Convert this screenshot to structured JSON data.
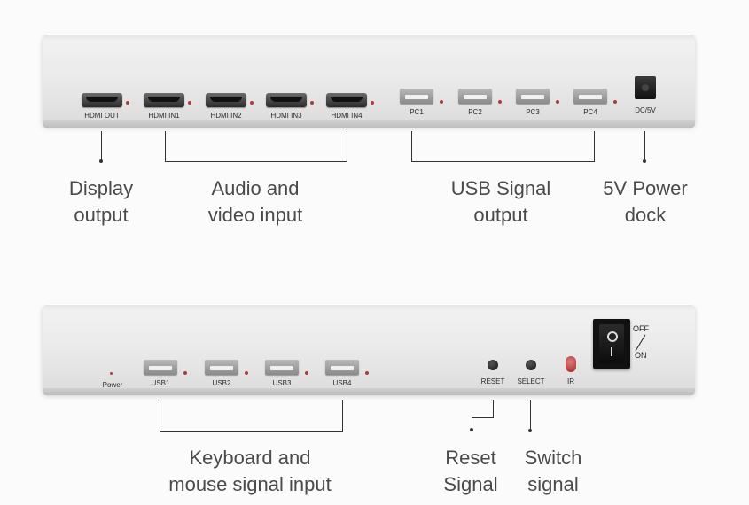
{
  "top_panel": {
    "hdmi_ports": [
      "HDMI OUT",
      "HDMI IN1",
      "HDMI IN2",
      "HDMI IN3",
      "HDMI IN4"
    ],
    "usb_ports": [
      "PC1",
      "PC2",
      "PC3",
      "PC4"
    ],
    "power_port": "DC/5V"
  },
  "bottom_panel": {
    "power_led": "Power",
    "usb_ports": [
      "USB1",
      "USB2",
      "USB3",
      "USB4"
    ],
    "reset": "RESET",
    "select": "SELECT",
    "ir": "IR",
    "switch_off": "OFF",
    "switch_on": "ON"
  },
  "captions": {
    "display": [
      "Display",
      "output"
    ],
    "av": [
      "Audio and",
      "video input"
    ],
    "usb": [
      "USB Signal",
      "output"
    ],
    "power": [
      "5V Power",
      "dock"
    ],
    "keyboard": [
      "Keyboard and",
      "mouse signal input"
    ],
    "reset": [
      "Reset",
      "Signal"
    ],
    "switch": [
      "Switch",
      "signal"
    ]
  }
}
